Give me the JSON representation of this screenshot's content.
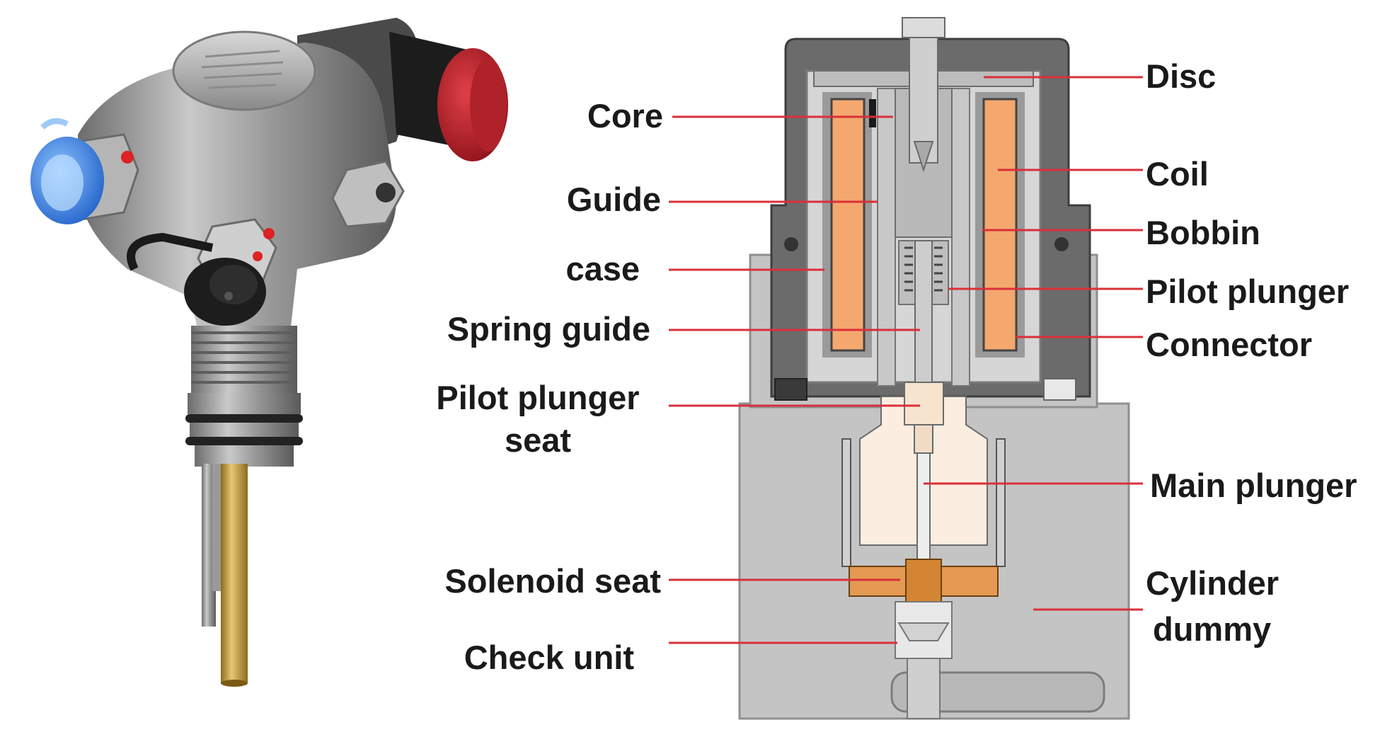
{
  "colors": {
    "leader_line": "#d9303a",
    "coil": "#f4a86e",
    "solenoid_seat": "#e49a52",
    "plunger_area": "#fbeee0",
    "body_gray": "#c4c4c4",
    "housing_dark": "#6b6b6b"
  },
  "photo": {
    "icons": [
      "solenoid-valve-photo",
      "red-cap-icon",
      "blue-fitting-icon",
      "black-cap-icon"
    ]
  },
  "labels_left": [
    {
      "id": "core",
      "text": "Core"
    },
    {
      "id": "guide",
      "text": "Guide"
    },
    {
      "id": "case",
      "text": "case"
    },
    {
      "id": "spring-guide",
      "text": "Spring guide"
    },
    {
      "id": "pilot-plunger-seat",
      "text": "Pilot plunger",
      "text2": "seat"
    },
    {
      "id": "solenoid-seat",
      "text": "Solenoid seat"
    },
    {
      "id": "check-unit",
      "text": "Check unit"
    }
  ],
  "labels_right": [
    {
      "id": "disc",
      "text": "Disc"
    },
    {
      "id": "coil",
      "text": "Coil"
    },
    {
      "id": "bobbin",
      "text": "Bobbin"
    },
    {
      "id": "pilot-plunger",
      "text": "Pilot plunger"
    },
    {
      "id": "connector",
      "text": "Connector"
    },
    {
      "id": "main-plunger",
      "text": "Main plunger"
    },
    {
      "id": "cylinder-dummy",
      "text": "Cylinder",
      "text2": "dummy"
    }
  ]
}
